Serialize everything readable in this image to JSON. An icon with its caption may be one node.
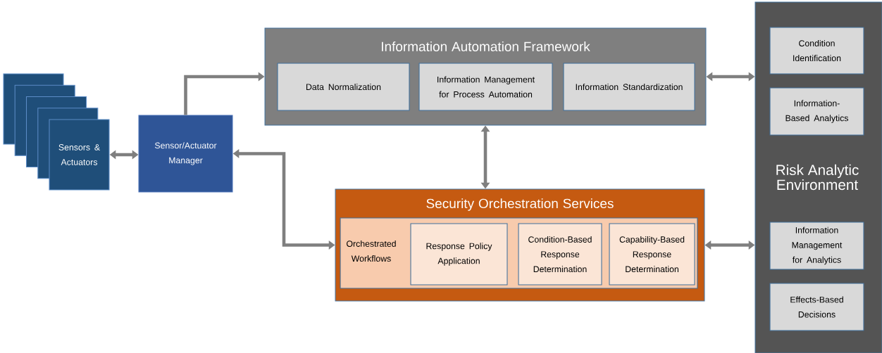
{
  "diagram": {
    "nodes": [
      {
        "text": [
          "Sensors & Actuators"
        ]
      },
      {
        "text": [
          "Sensor/Actuator Manager"
        ]
      },
      {
        "text": [
          "Information Automation Framework"
        ]
      },
      {
        "text": [
          "Data Normalization"
        ],
        "in": 2
      },
      {
        "text": [
          "Information Management for Process Automation"
        ],
        "in": 2
      },
      {
        "text": [
          "Information Standardization"
        ],
        "in": 2
      },
      {
        "text": [
          "Security Orchestration Services"
        ]
      },
      {
        "text": [
          "Orchestrated Workflows"
        ],
        "in": 6
      },
      {
        "text": [
          "Response Policy Application"
        ],
        "in": 7
      },
      {
        "text": [
          "Condition-Based Response Determination"
        ],
        "in": 7
      },
      {
        "text": [
          "Capability-Based Response Determination"
        ],
        "in": 7
      },
      {
        "text": [
          "Risk Analytic Environment"
        ]
      },
      {
        "text": [
          "Condition Identification"
        ],
        "in": 11
      },
      {
        "text": [
          "Information-Based Analytics"
        ],
        "in": 11
      },
      {
        "text": [
          "Information Management for Analytics"
        ],
        "in": 11
      },
      {
        "text": [
          "Effects-Based Decisions"
        ],
        "in": 11
      }
    ],
    "edges": [
      {
        "from": 0,
        "to": 1,
        "arrow": "both"
      },
      {
        "from": 1,
        "to": 2,
        "arrow": "to"
      },
      {
        "from": 1,
        "to": 6,
        "arrow": "both"
      },
      {
        "from": 2,
        "to": 6,
        "arrow": "both"
      },
      {
        "from": 2,
        "to": 11,
        "arrow": "both"
      },
      {
        "from": 6,
        "to": 11,
        "arrow": "both"
      }
    ]
  }
}
